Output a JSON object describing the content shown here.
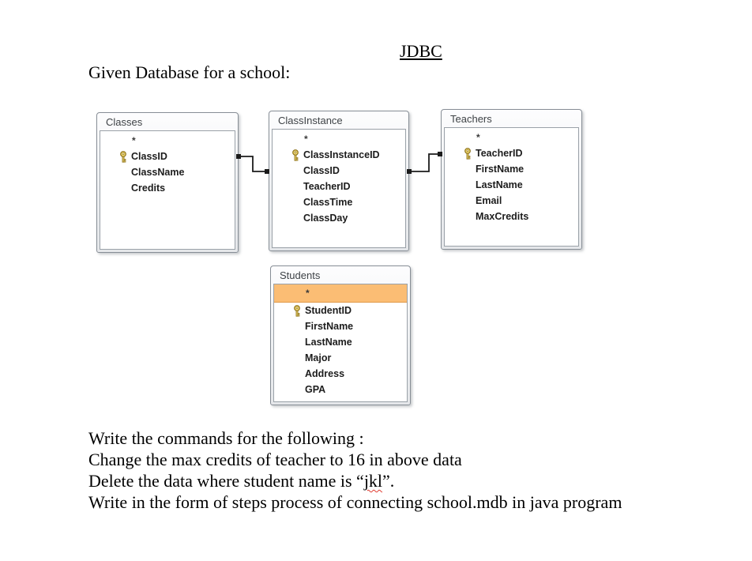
{
  "page": {
    "title": "JDBC",
    "intro": "Given Database for a school:"
  },
  "diagram": {
    "star_row": "*",
    "tables": [
      {
        "name": "Classes",
        "fields": [
          {
            "label": "ClassID",
            "key": true
          },
          {
            "label": "ClassName",
            "key": false
          },
          {
            "label": "Credits",
            "key": false
          }
        ]
      },
      {
        "name": "ClassInstance",
        "fields": [
          {
            "label": "ClassInstanceID",
            "key": true
          },
          {
            "label": "ClassID",
            "key": false
          },
          {
            "label": "TeacherID",
            "key": false
          },
          {
            "label": "ClassTime",
            "key": false
          },
          {
            "label": "ClassDay",
            "key": false
          }
        ]
      },
      {
        "name": "Teachers",
        "fields": [
          {
            "label": "TeacherID",
            "key": true
          },
          {
            "label": "FirstName",
            "key": false
          },
          {
            "label": "LastName",
            "key": false
          },
          {
            "label": "Email",
            "key": false
          },
          {
            "label": "MaxCredits",
            "key": false
          }
        ]
      },
      {
        "name": "Students",
        "selected_star_row": true,
        "fields": [
          {
            "label": "StudentID",
            "key": true
          },
          {
            "label": "FirstName",
            "key": false
          },
          {
            "label": "LastName",
            "key": false
          },
          {
            "label": "Major",
            "key": false
          },
          {
            "label": "Address",
            "key": false
          },
          {
            "label": "GPA",
            "key": false
          }
        ]
      }
    ],
    "relationships": [
      {
        "from": "Classes.ClassID",
        "to": "ClassInstance.ClassID"
      },
      {
        "from": "ClassInstance.TeacherID",
        "to": "Teachers.TeacherID"
      }
    ],
    "colors": {
      "selected_row": "#FBBD74",
      "selected_row_border": "#E09A4A",
      "key_gold": "#EFD76E",
      "key_outline": "#8F741F",
      "connector": "#1B1B1B",
      "table_header_text": "#3E4246",
      "squiggle_red": "#E03C31"
    }
  },
  "questions": {
    "line1": "Write the commands for the following :",
    "line2": "Change the max credits of teacher to 16 in above data",
    "line3_prefix": "Delete the data where student name is “",
    "line3_word": "jkl",
    "line3_suffix": "”.",
    "line4": "Write in the form of steps process of connecting school.mdb in java program"
  }
}
